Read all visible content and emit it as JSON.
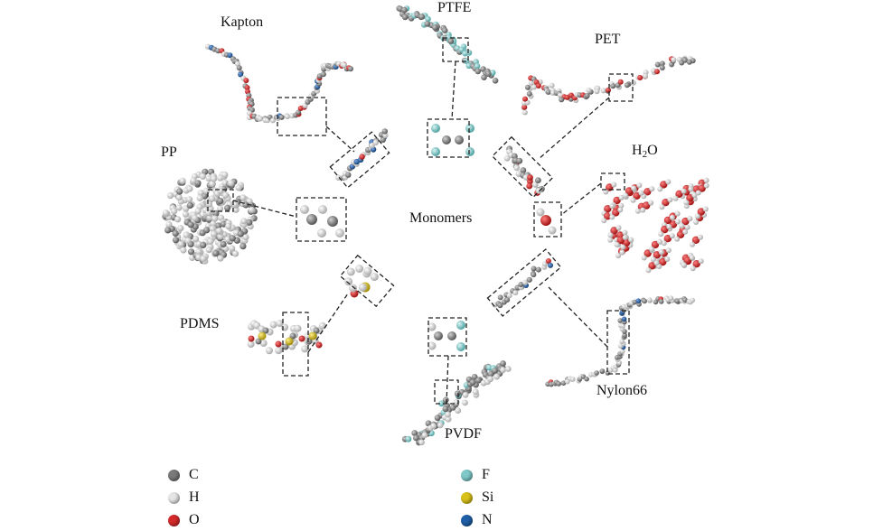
{
  "labels": {
    "kapton": "Kapton",
    "ptfe": "PTFE",
    "pet": "PET",
    "pp": "PP",
    "h2o_main": "H",
    "h2o_sub": "2",
    "h2o_tail": "O",
    "monomers": "Monomers",
    "pdms": "PDMS",
    "nylon66": "Nylon66",
    "pvdf": "PVDF"
  },
  "legend": [
    {
      "element": "C",
      "color": "#7a7a7a"
    },
    {
      "element": "H",
      "color": "#e6e6e6"
    },
    {
      "element": "O",
      "color": "#d42a2a"
    },
    {
      "element": "F",
      "color": "#7fc9c9"
    },
    {
      "element": "Si",
      "color": "#d8c21a"
    },
    {
      "element": "N",
      "color": "#1f5fa8"
    }
  ],
  "colors": {
    "carbon": "#7a7a7a",
    "hydrogen": "#e6e6e6",
    "oxygen": "#d42a2a",
    "fluorine": "#7fc9c9",
    "silicon": "#d8c21a",
    "nitrogen": "#1f5fa8",
    "dash": "#222222"
  }
}
